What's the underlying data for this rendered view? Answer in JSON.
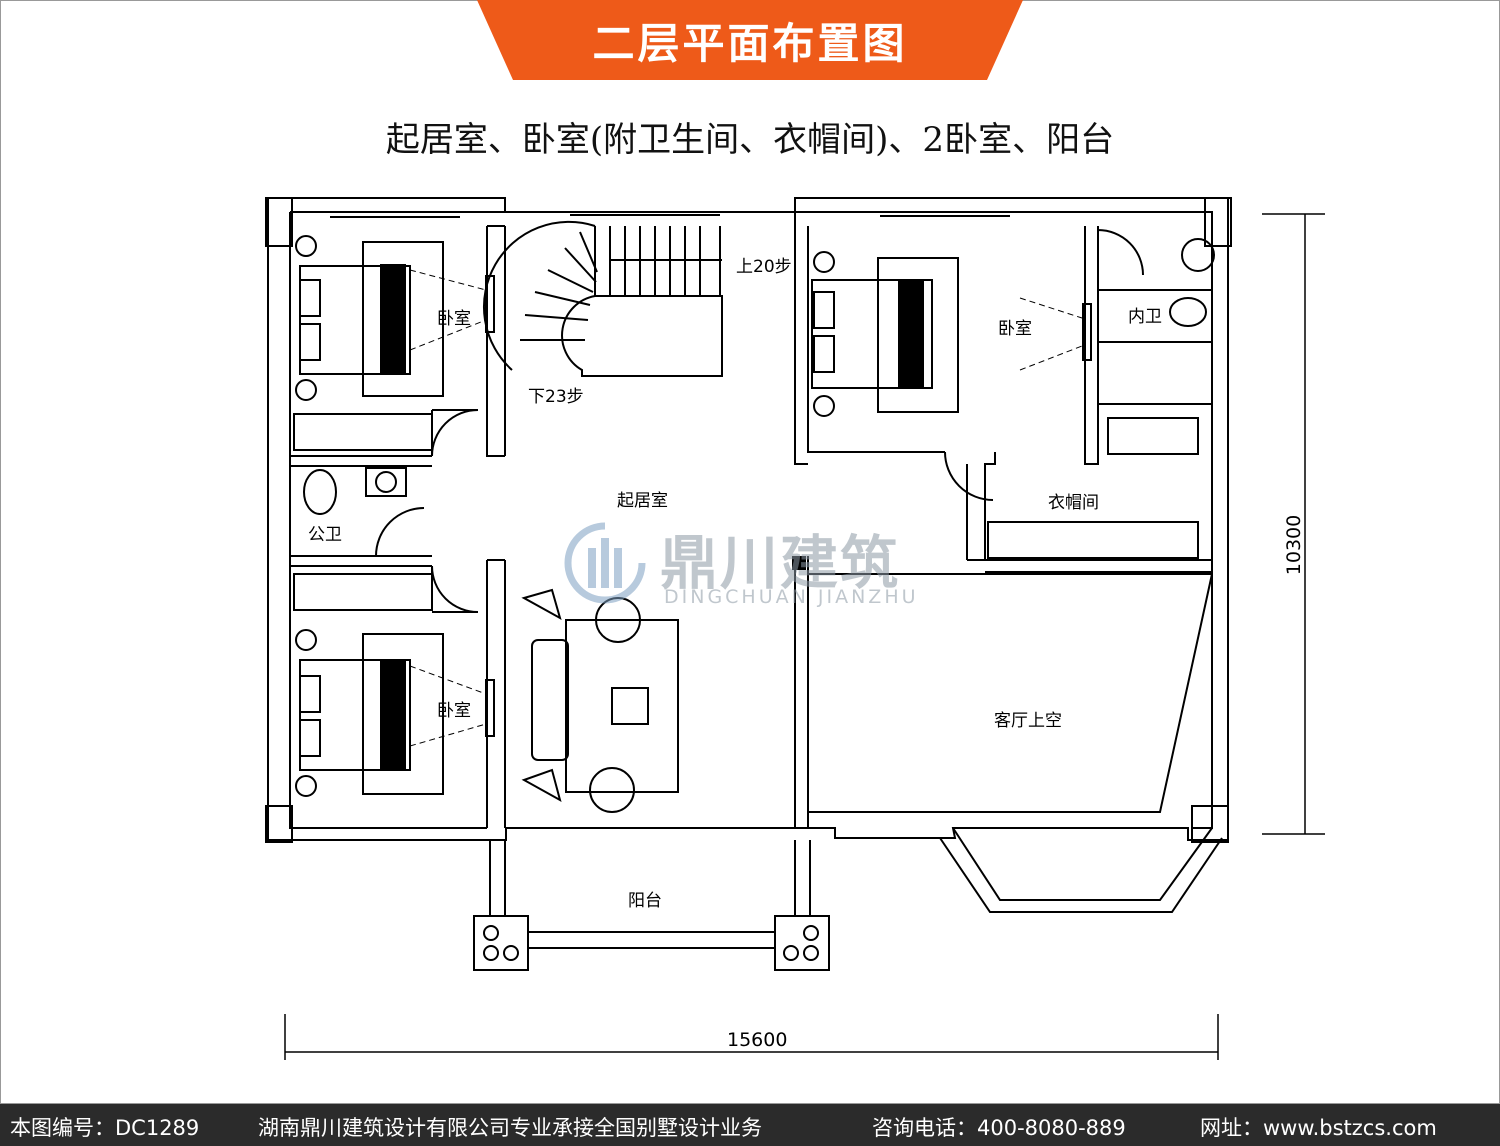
{
  "banner": {
    "title": "二层平面布置图",
    "color": "#ee5a19"
  },
  "subtitle": "起居室、卧室(附卫生间、衣帽间)、2卧室、阳台",
  "rooms": {
    "bedroom_label": "卧室",
    "living": "起居室",
    "public_bath": "公卫",
    "inner_bath": "内卫",
    "closet": "衣帽间",
    "void": "客厅上空",
    "balcony": "阳台"
  },
  "stairs": {
    "up": "上20步",
    "down": "下23步"
  },
  "dimensions": {
    "width": "15600",
    "height": "10300"
  },
  "watermark": {
    "name": "鼎川建筑",
    "pinyin": "DINGCHUAN JIANZHU"
  },
  "footer": {
    "drawing_no": "本图编号：DC1289",
    "company": "湖南鼎川建筑设计有限公司专业承接全国别墅设计业务",
    "phone": "咨询电话：400-8080-889",
    "website": "网址：www.bstzcs.com"
  }
}
